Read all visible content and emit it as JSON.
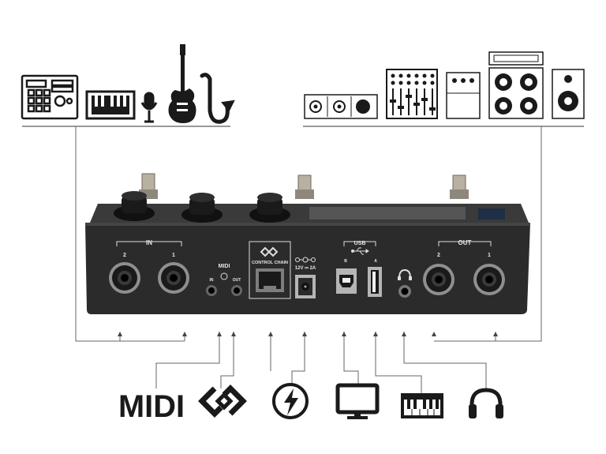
{
  "device": {
    "in_label": "IN",
    "in_jack_1": "1",
    "in_jack_2": "2",
    "midi_label": "MIDI",
    "midi_in": "IN",
    "midi_out": "OUT",
    "control_chain_label": "CONTROL CHAIN",
    "power_label": "12V ⎓ 2A",
    "usb_label": "USB",
    "usb_b": "B",
    "usb_a": "A",
    "out_label": "OUT",
    "out_jack_2": "2",
    "out_jack_1": "1"
  },
  "bottom": {
    "midi_logo": "MIDI"
  },
  "colors": {
    "ink": "#1a1a1a",
    "device_body": "#2a2a2a",
    "line": "#555555"
  }
}
